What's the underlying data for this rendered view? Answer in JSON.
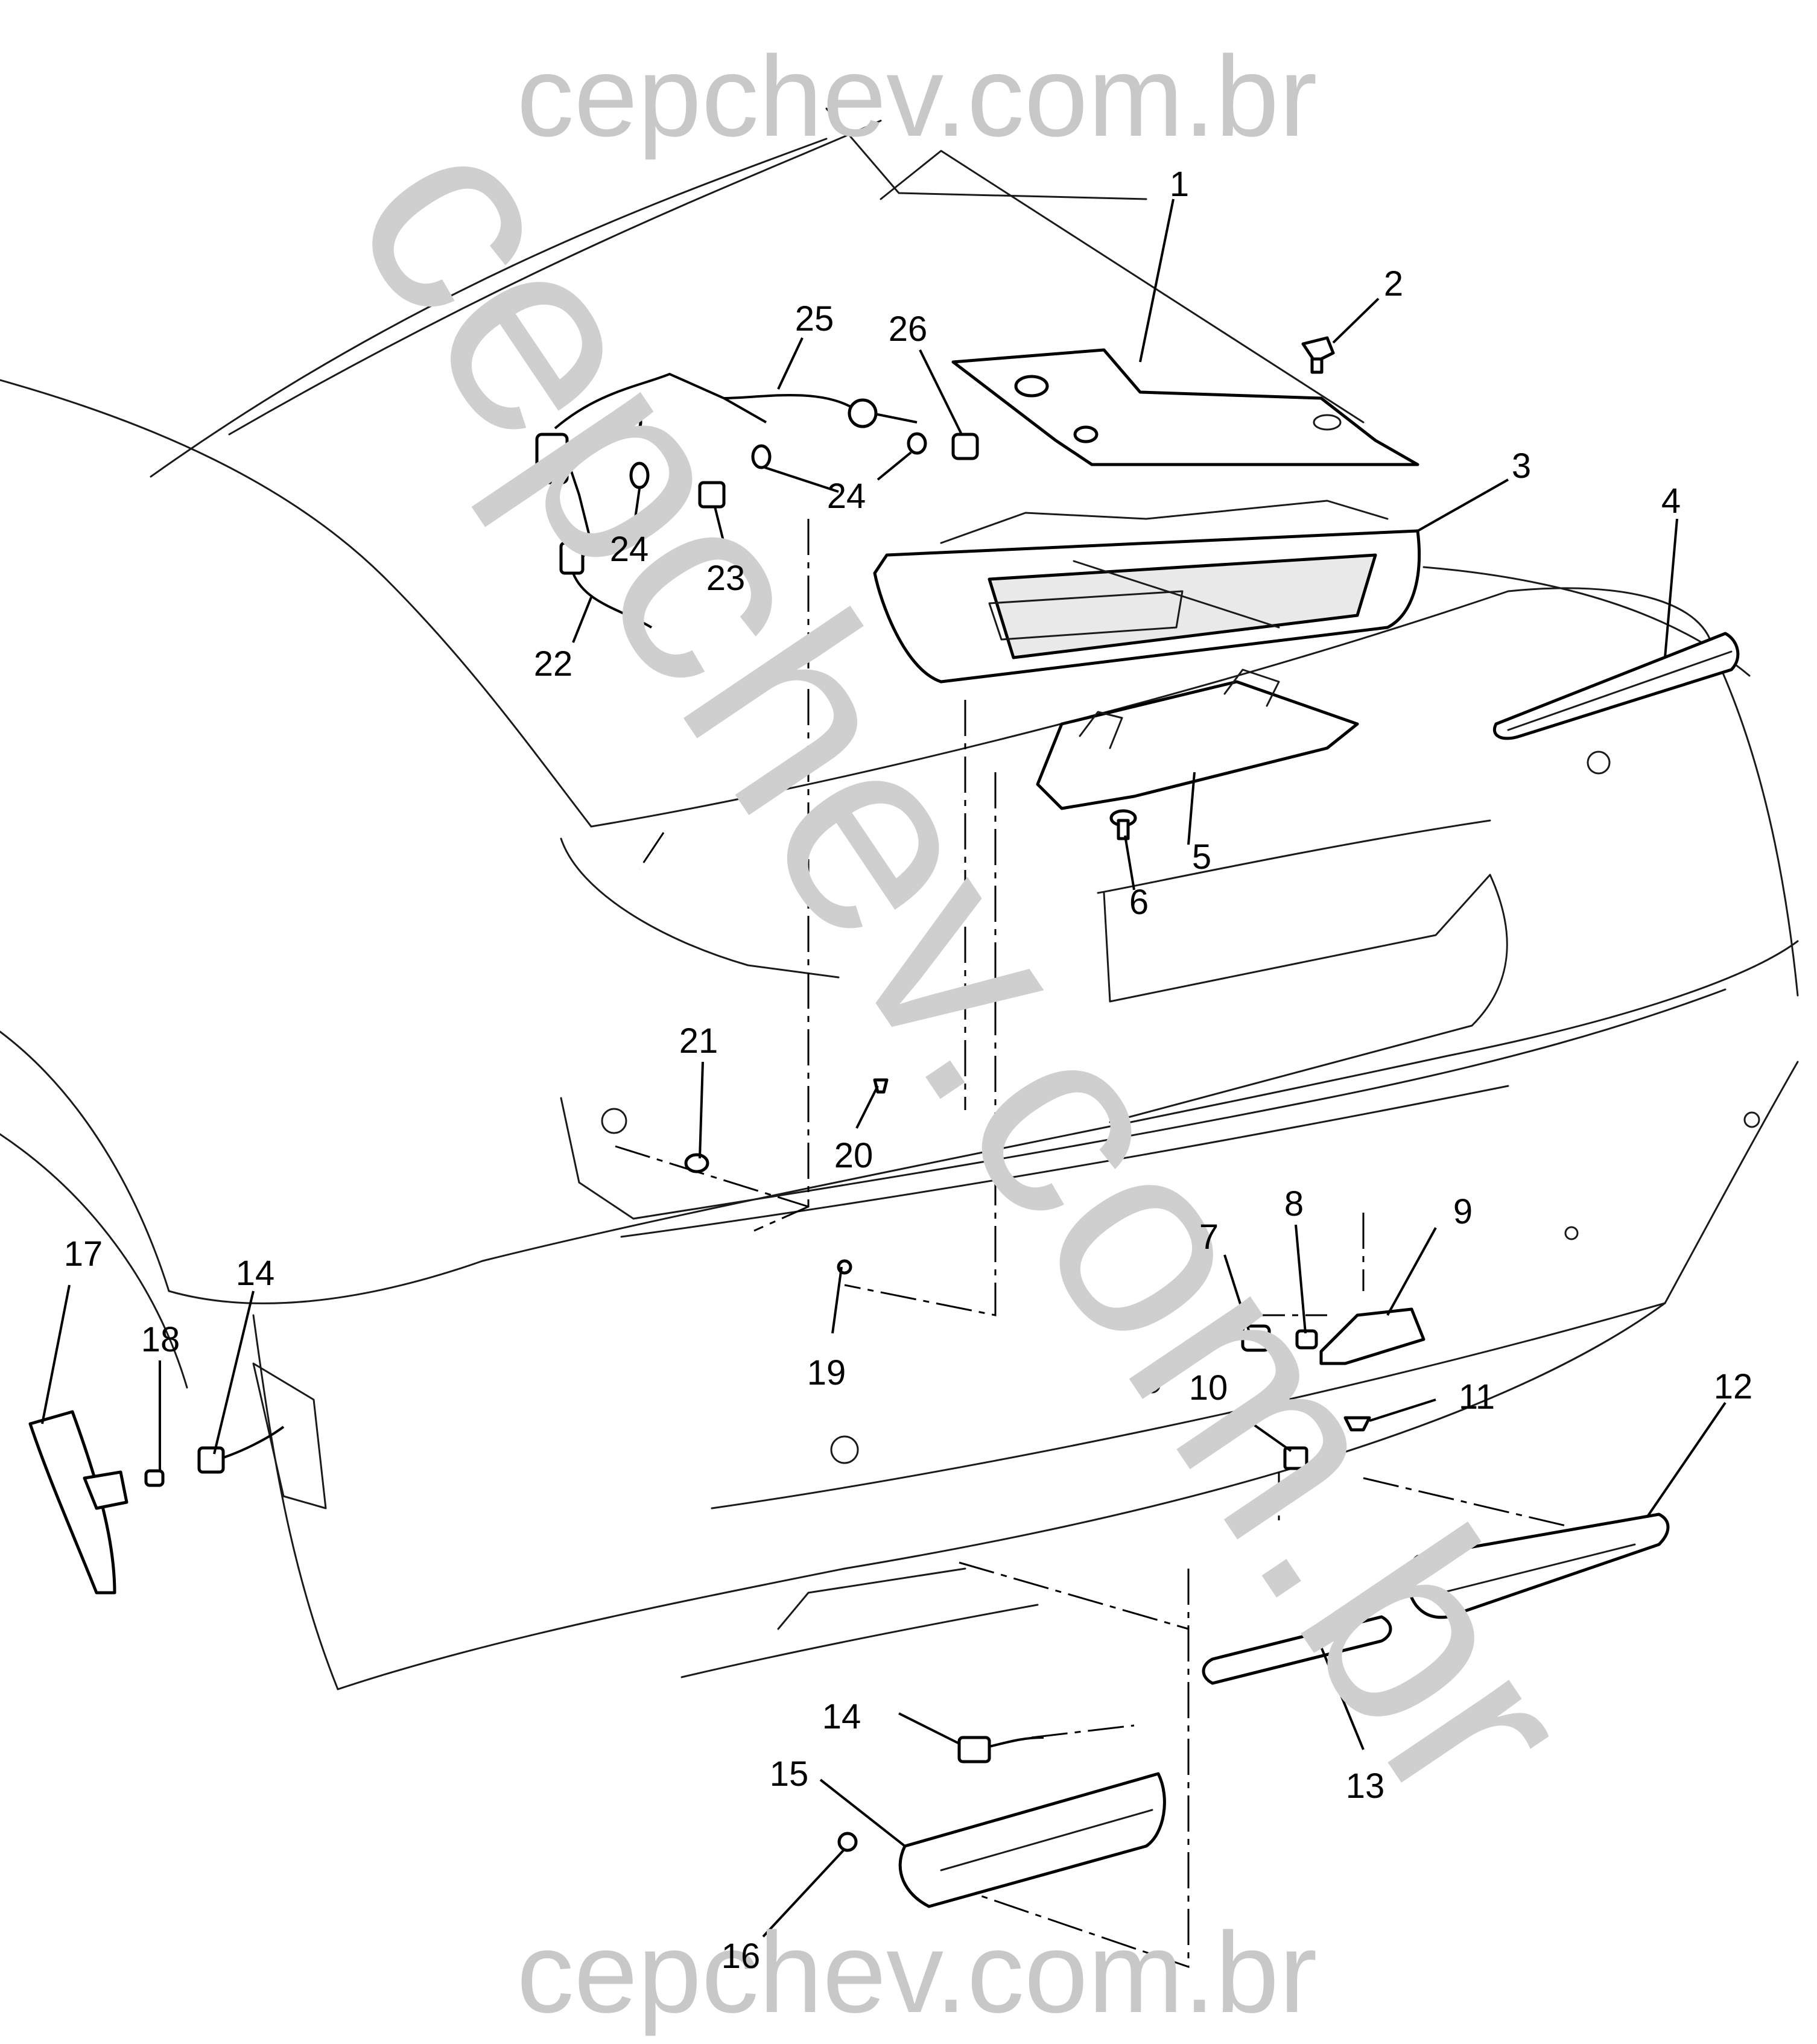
{
  "watermarks": {
    "top": "cepchev.com.br",
    "bottom": "cepchev.com.br",
    "diagonal": "cepchev.com.br"
  },
  "callouts": [
    {
      "id": "c1",
      "label": "1"
    },
    {
      "id": "c2",
      "label": "2"
    },
    {
      "id": "c3",
      "label": "3"
    },
    {
      "id": "c4",
      "label": "4"
    },
    {
      "id": "c5",
      "label": "5"
    },
    {
      "id": "c6",
      "label": "6"
    },
    {
      "id": "c7",
      "label": "7"
    },
    {
      "id": "c8",
      "label": "8"
    },
    {
      "id": "c9",
      "label": "9"
    },
    {
      "id": "c10",
      "label": "10"
    },
    {
      "id": "c11",
      "label": "11"
    },
    {
      "id": "c12",
      "label": "12"
    },
    {
      "id": "c13",
      "label": "13"
    },
    {
      "id": "c14a",
      "label": "14"
    },
    {
      "id": "c14b",
      "label": "14"
    },
    {
      "id": "c15",
      "label": "15"
    },
    {
      "id": "c16",
      "label": "16"
    },
    {
      "id": "c17",
      "label": "17"
    },
    {
      "id": "c18",
      "label": "18"
    },
    {
      "id": "c19",
      "label": "19"
    },
    {
      "id": "c20",
      "label": "20"
    },
    {
      "id": "c21",
      "label": "21"
    },
    {
      "id": "c22",
      "label": "22"
    },
    {
      "id": "c23",
      "label": "23"
    },
    {
      "id": "c24a",
      "label": "24"
    },
    {
      "id": "c24b",
      "label": "24"
    },
    {
      "id": "c25",
      "label": "25"
    },
    {
      "id": "c26",
      "label": "26"
    }
  ]
}
